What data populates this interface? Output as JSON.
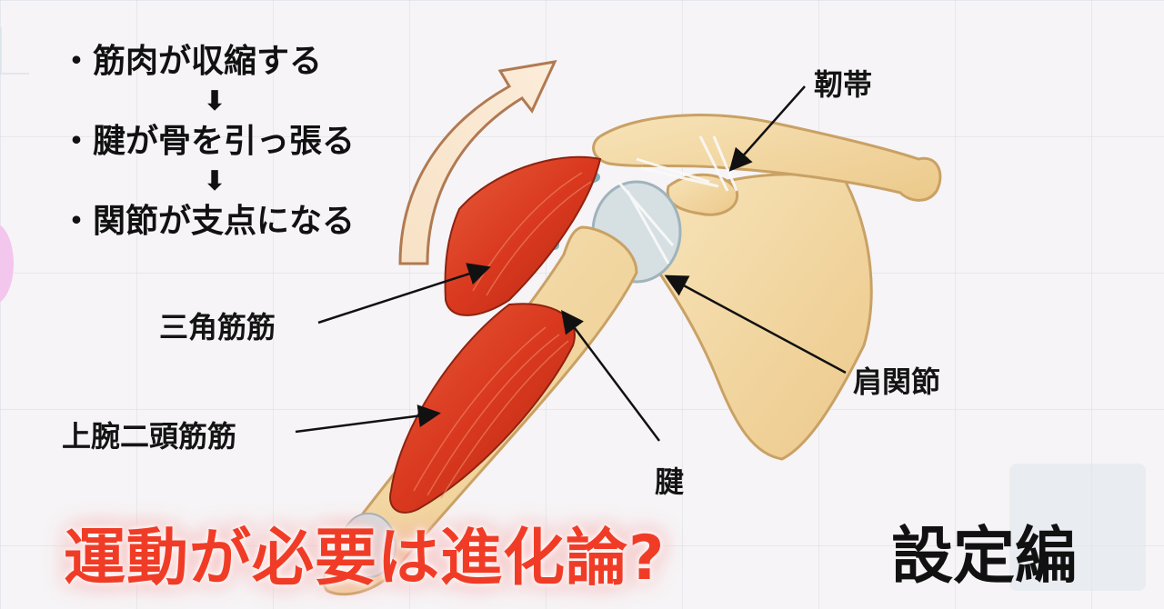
{
  "bullets": {
    "line1": "・筋肉が収縮する",
    "arrow1": "⬇",
    "line2": "・腱が骨を引っ張る",
    "arrow2": "⬇",
    "line3": "・関節が支点になる"
  },
  "labels": {
    "ligament": "靭帯",
    "deltoid": "三角筋筋",
    "shoulder_joint": "肩関節",
    "biceps": "上腕二頭筋筋",
    "tendon": "腱"
  },
  "title": {
    "main": "運動が必要は進化論?",
    "sub": "設定編"
  },
  "colors": {
    "muscle": "#d9381e",
    "bone": "#f3d9a8",
    "title_red": "#f03c26"
  }
}
